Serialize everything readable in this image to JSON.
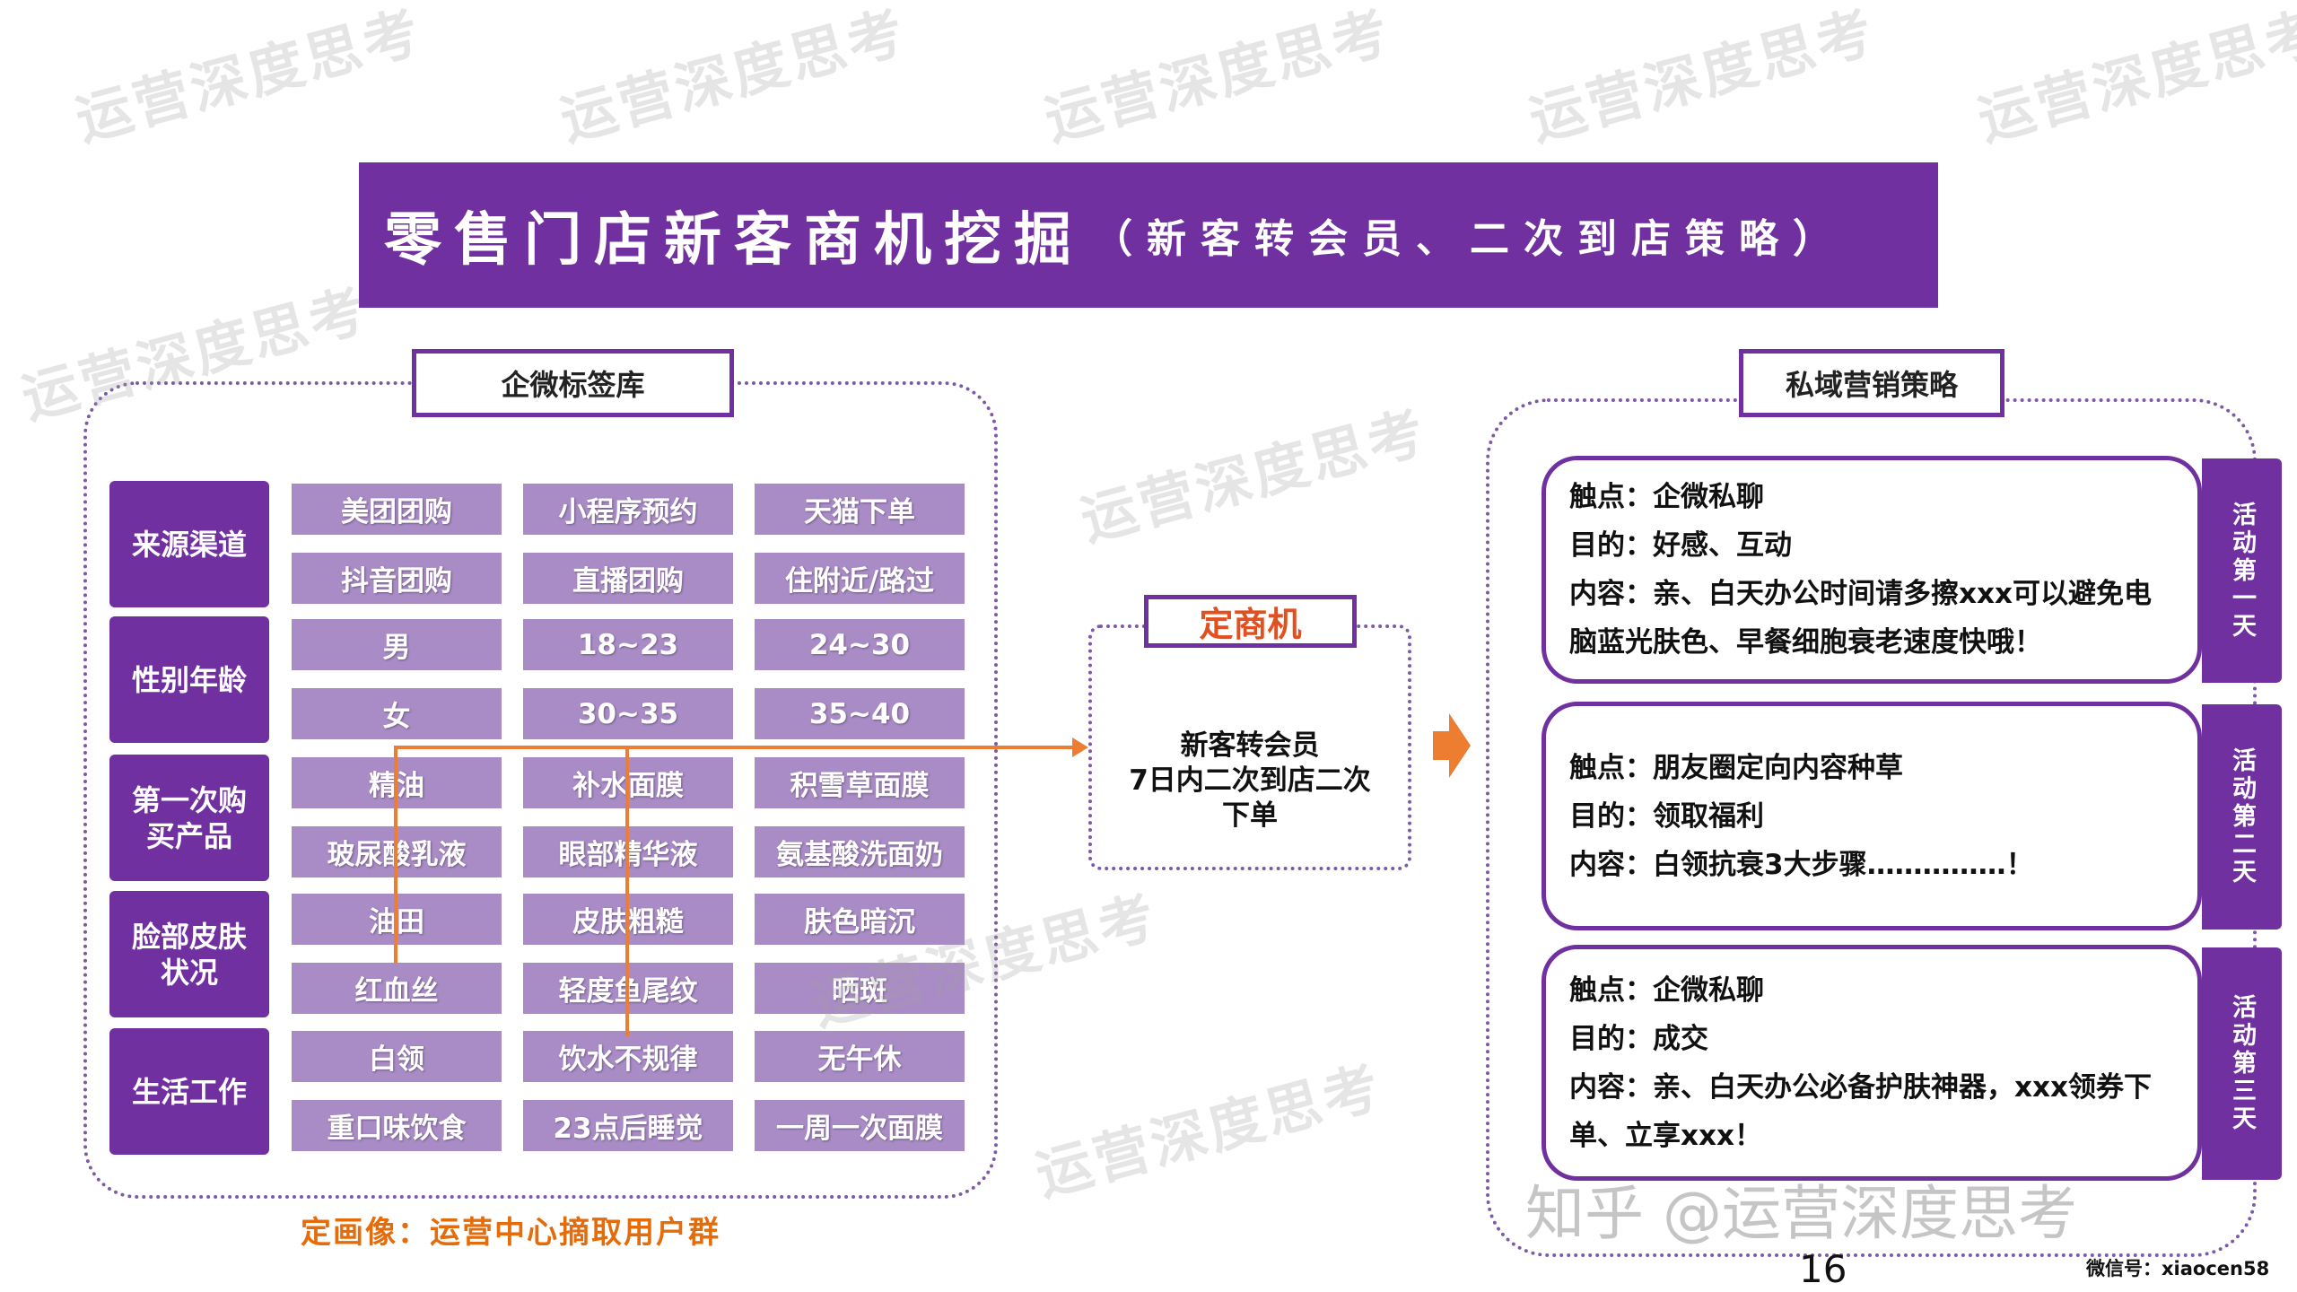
{
  "title": {
    "main": "零售门店新客商机挖掘",
    "sub": "（新客转会员、二次到店策略）"
  },
  "left_panel": {
    "label": "企微标签库",
    "categories": [
      {
        "name": "来源渠道",
        "tags": [
          "美团团购",
          "小程序预约",
          "天猫下单",
          "抖音团购",
          "直播团购",
          "住附近/路过"
        ]
      },
      {
        "name": "性别年龄",
        "tags": [
          "男",
          "18~23",
          "24~30",
          "女",
          "30~35",
          "35~40"
        ]
      },
      {
        "name": "第一次购买产品",
        "tags": [
          "精油",
          "补水面膜",
          "积雪草面膜",
          "玻尿酸乳液",
          "眼部精华液",
          "氨基酸洗面奶"
        ]
      },
      {
        "name": "脸部皮肤状况",
        "tags": [
          "油田",
          "皮肤粗糙",
          "肤色暗沉",
          "红血丝",
          "轻度鱼尾纹",
          "晒斑"
        ]
      },
      {
        "name": "生活工作",
        "tags": [
          "白领",
          "饮水不规律",
          "无午休",
          "重口味饮食",
          "23点后睡觉",
          "一周一次面膜"
        ]
      }
    ],
    "footer": "定画像：运营中心摘取用户群"
  },
  "middle": {
    "label": "定商机",
    "lines": [
      "新客转会员",
      "7日内二次到店二次",
      "下单"
    ]
  },
  "right_panel": {
    "label": "私域营销策略",
    "cards": [
      {
        "tab": "活动第一天",
        "lines": [
          "触点：企微私聊",
          "目的：好感、互动",
          "内容：亲、白天办公时间请多擦xxx可以避免电",
          "脑蓝光肤色、早餐细胞衰老速度快哦！"
        ]
      },
      {
        "tab": "活动第二天",
        "lines": [
          "触点：朋友圈定向内容种草",
          "目的：领取福利",
          "内容：白领抗衰3大步骤……………！"
        ]
      },
      {
        "tab": "活动第三天",
        "lines": [
          "触点：企微私聊",
          "目的：成交",
          "内容：亲、白天办公必备护肤神器，xxx领券下",
          "单、立享xxx！"
        ]
      }
    ]
  },
  "page_number": "16",
  "wechat": "微信号：xiaocen58",
  "zhihu_watermark": "知乎 @运营深度思考",
  "watermark": "运营深度思考",
  "colors": {
    "purple": "#7030a0",
    "tag": "#a98bc6",
    "orange": "#ed7d31"
  }
}
